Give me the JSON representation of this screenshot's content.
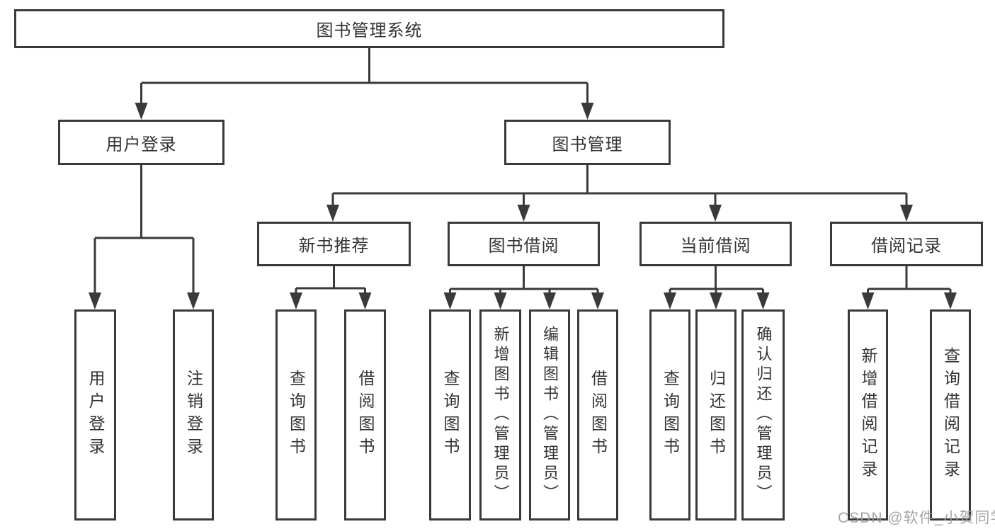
{
  "diagram": {
    "root": {
      "label": "图书管理系统"
    },
    "level2": [
      {
        "label": "用户登录"
      },
      {
        "label": "图书管理"
      }
    ],
    "level3": [
      {
        "label": "新书推荐"
      },
      {
        "label": "图书借阅"
      },
      {
        "label": "当前借阅"
      },
      {
        "label": "借阅记录"
      }
    ],
    "leaves": [
      {
        "label": "用户登录"
      },
      {
        "label": "注销登录"
      },
      {
        "label": "查询图书"
      },
      {
        "label": "借阅图书"
      },
      {
        "label": "查询图书"
      },
      {
        "label": "新增图书（管理员）"
      },
      {
        "label": "编辑图书（管理员）"
      },
      {
        "label": "借阅图书"
      },
      {
        "label": "查询图书"
      },
      {
        "label": "归还图书"
      },
      {
        "label": "确认归还（管理员）"
      },
      {
        "label": "新增借阅记录"
      },
      {
        "label": "查询借阅记录"
      }
    ],
    "watermark": "CSDN @软件_小贺同学",
    "colors": {
      "line": "#3a3a3a",
      "text": "#333333",
      "watermark": "#9e9e9e",
      "background": "#ffffff"
    }
  }
}
